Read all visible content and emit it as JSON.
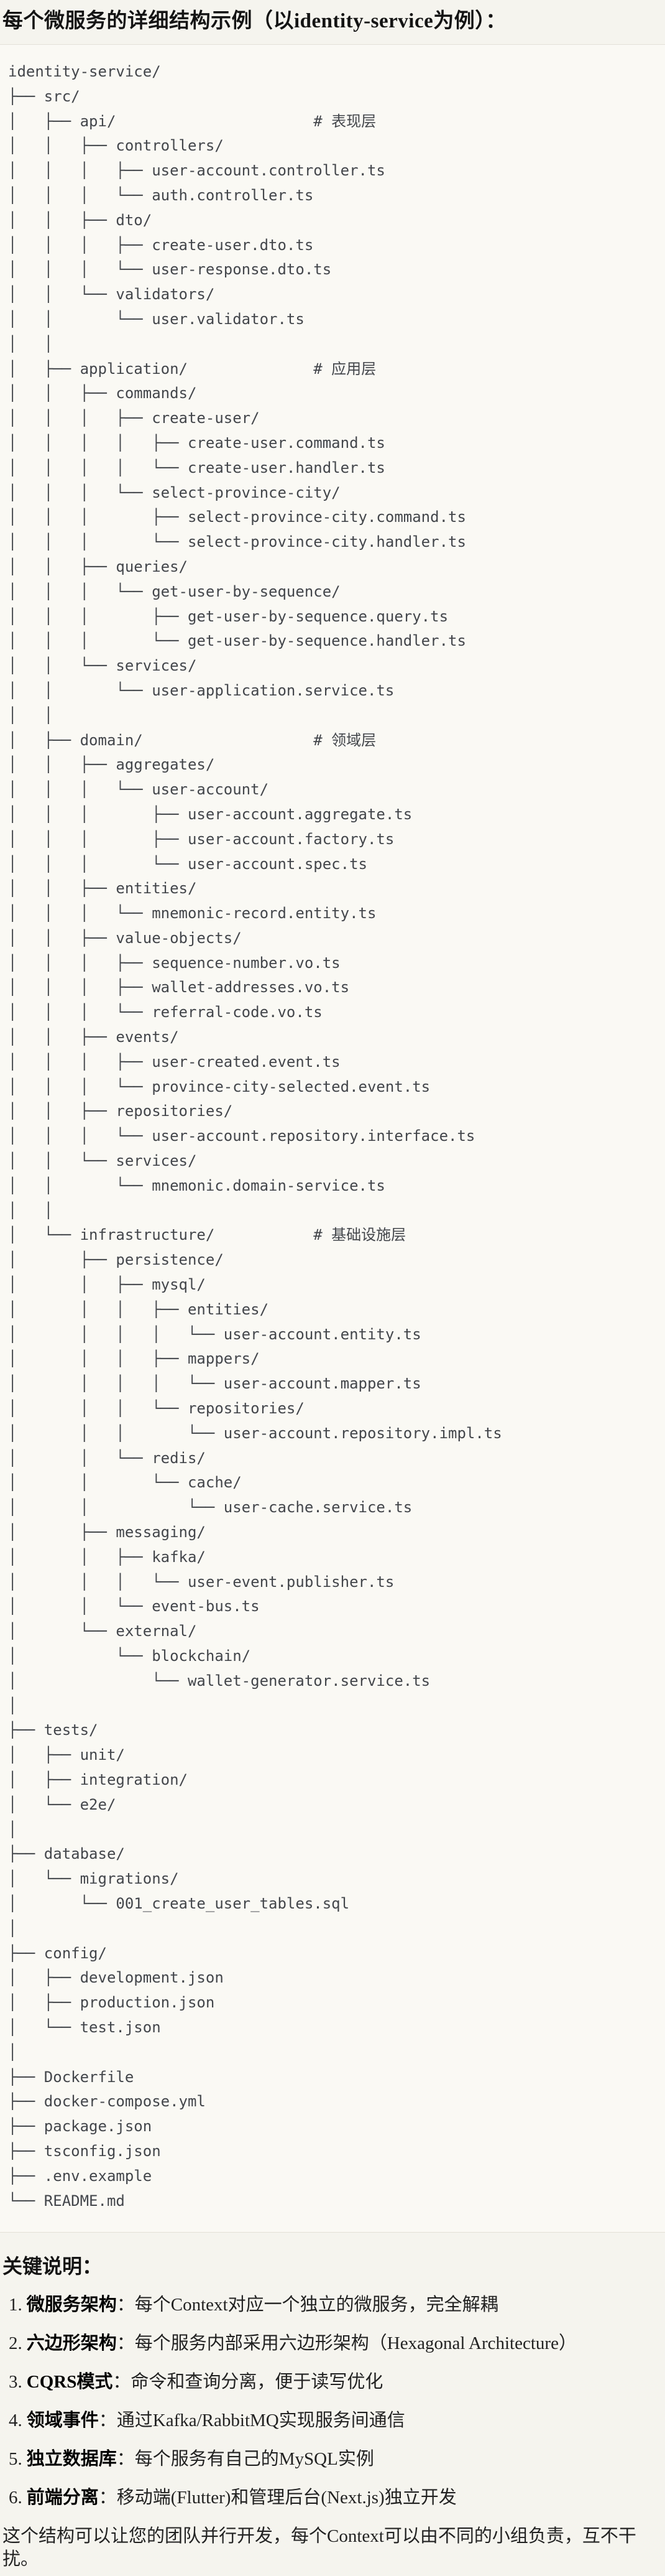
{
  "title": "每个微服务的详细结构示例（以identity-service为例）：",
  "tree": {
    "lines": [
      "identity-service/",
      "├── src/",
      "│   ├── api/                      # 表现层",
      "│   │   ├── controllers/",
      "│   │   │   ├── user-account.controller.ts",
      "│   │   │   └── auth.controller.ts",
      "│   │   ├── dto/",
      "│   │   │   ├── create-user.dto.ts",
      "│   │   │   └── user-response.dto.ts",
      "│   │   └── validators/",
      "│   │       └── user.validator.ts",
      "│   │",
      "│   ├── application/              # 应用层",
      "│   │   ├── commands/",
      "│   │   │   ├── create-user/",
      "│   │   │   │   ├── create-user.command.ts",
      "│   │   │   │   └── create-user.handler.ts",
      "│   │   │   └── select-province-city/",
      "│   │   │       ├── select-province-city.command.ts",
      "│   │   │       └── select-province-city.handler.ts",
      "│   │   ├── queries/",
      "│   │   │   └── get-user-by-sequence/",
      "│   │   │       ├── get-user-by-sequence.query.ts",
      "│   │   │       └── get-user-by-sequence.handler.ts",
      "│   │   └── services/",
      "│   │       └── user-application.service.ts",
      "│   │",
      "│   ├── domain/                   # 领域层",
      "│   │   ├── aggregates/",
      "│   │   │   └── user-account/",
      "│   │   │       ├── user-account.aggregate.ts",
      "│   │   │       ├── user-account.factory.ts",
      "│   │   │       └── user-account.spec.ts",
      "│   │   ├── entities/",
      "│   │   │   └── mnemonic-record.entity.ts",
      "│   │   ├── value-objects/",
      "│   │   │   ├── sequence-number.vo.ts",
      "│   │   │   ├── wallet-addresses.vo.ts",
      "│   │   │   └── referral-code.vo.ts",
      "│   │   ├── events/",
      "│   │   │   ├── user-created.event.ts",
      "│   │   │   └── province-city-selected.event.ts",
      "│   │   ├── repositories/",
      "│   │   │   └── user-account.repository.interface.ts",
      "│   │   └── services/",
      "│   │       └── mnemonic.domain-service.ts",
      "│   │",
      "│   └── infrastructure/           # 基础设施层",
      "│       ├── persistence/",
      "│       │   ├── mysql/",
      "│       │   │   ├── entities/",
      "│       │   │   │   └── user-account.entity.ts",
      "│       │   │   ├── mappers/",
      "│       │   │   │   └── user-account.mapper.ts",
      "│       │   │   └── repositories/",
      "│       │   │       └── user-account.repository.impl.ts",
      "│       │   └── redis/",
      "│       │       └── cache/",
      "│       │           └── user-cache.service.ts",
      "│       ├── messaging/",
      "│       │   ├── kafka/",
      "│       │   │   └── user-event.publisher.ts",
      "│       │   └── event-bus.ts",
      "│       └── external/",
      "│           └── blockchain/",
      "│               └── wallet-generator.service.ts",
      "│",
      "├── tests/",
      "│   ├── unit/",
      "│   ├── integration/",
      "│   └── e2e/",
      "│",
      "├── database/",
      "│   └── migrations/",
      "│       └── 001_create_user_tables.sql",
      "│",
      "├── config/",
      "│   ├── development.json",
      "│   ├── production.json",
      "│   └── test.json",
      "│",
      "├── Dockerfile",
      "├── docker-compose.yml",
      "├── package.json",
      "├── tsconfig.json",
      "├── .env.example",
      "└── README.md"
    ]
  },
  "notes": {
    "heading": "关键说明：",
    "items": [
      {
        "num": "1.",
        "term": "微服务架构",
        "desc": "：每个Context对应一个独立的微服务，完全解耦"
      },
      {
        "num": "2.",
        "term": "六边形架构",
        "desc": "：每个服务内部采用六边形架构（Hexagonal Architecture）"
      },
      {
        "num": "3.",
        "term": "CQRS模式",
        "desc": "：命令和查询分离，便于读写优化"
      },
      {
        "num": "4.",
        "term": "领域事件",
        "desc": "：通过Kafka/RabbitMQ实现服务间通信"
      },
      {
        "num": "5.",
        "term": "独立数据库",
        "desc": "：每个服务有自己的MySQL实例"
      },
      {
        "num": "6.",
        "term": "前端分离",
        "desc": "：移动端(Flutter)和管理后台(Next.js)独立开发"
      }
    ],
    "footer": "这个结构可以让您的团队并行开发，每个Context可以由不同的小组负责，互不干扰。"
  },
  "colors": {
    "page_background": "#f5f4ee",
    "code_background": "#faf9f4",
    "code_border": "#e3e1d8",
    "heading_text": "#141414",
    "code_text": "#43464b",
    "body_text": "#222222"
  }
}
